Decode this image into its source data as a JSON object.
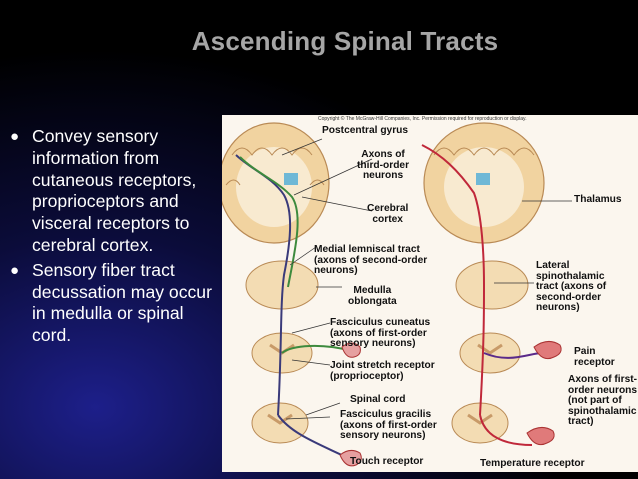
{
  "slide": {
    "title": "Ascending Spinal Tracts",
    "bullets": [
      "Convey sensory information from cutaneous receptors, proprioceptors and visceral receptors to cerebral cortex.",
      "Sensory fiber tract decussation may occur in medulla or spinal cord."
    ]
  },
  "figure": {
    "copyright": "Copyright © The McGraw-Hill Companies, Inc. Permission required for reproduction or display.",
    "labels": {
      "postcentral_gyrus": "Postcentral gyrus",
      "axons_third_1": "Axons of",
      "axons_third_2": "third-order",
      "axons_third_3": "neurons",
      "cerebral_cortex_1": "Cerebral",
      "cerebral_cortex_2": "cortex",
      "thalamus": "Thalamus",
      "medial_lemniscal_1": "Medial lemniscal tract",
      "medial_lemniscal_2": "(axons of second-order",
      "medial_lemniscal_3": "neurons)",
      "medulla_1": "Medulla",
      "medulla_2": "oblongata",
      "lateral_st_1": "Lateral",
      "lateral_st_2": "spinothalamic",
      "lateral_st_3": "tract (axons of",
      "lateral_st_4": "second-order",
      "lateral_st_5": "neurons)",
      "fasc_cuneatus_1": "Fasciculus cuneatus",
      "fasc_cuneatus_2": "(axons of first-order",
      "fasc_cuneatus_3": "sensory neurons)",
      "pain_receptor_1": "Pain",
      "pain_receptor_2": "receptor",
      "joint_stretch_1": "Joint stretch receptor",
      "joint_stretch_2": "(proprioceptor)",
      "axons_first_1": "Axons of first-",
      "axons_first_2": "order neurons",
      "axons_first_3": "(not part of",
      "axons_first_4": "spinothalamic",
      "axons_first_5": "tract)",
      "spinal_cord": "Spinal cord",
      "fasc_gracilis_1": "Fasciculus gracilis",
      "fasc_gracilis_2": "(axons of first-order",
      "fasc_gracilis_3": "sensory neurons)",
      "touch_receptor": "Touch receptor",
      "temperature_receptor": "Temperature receptor"
    }
  }
}
